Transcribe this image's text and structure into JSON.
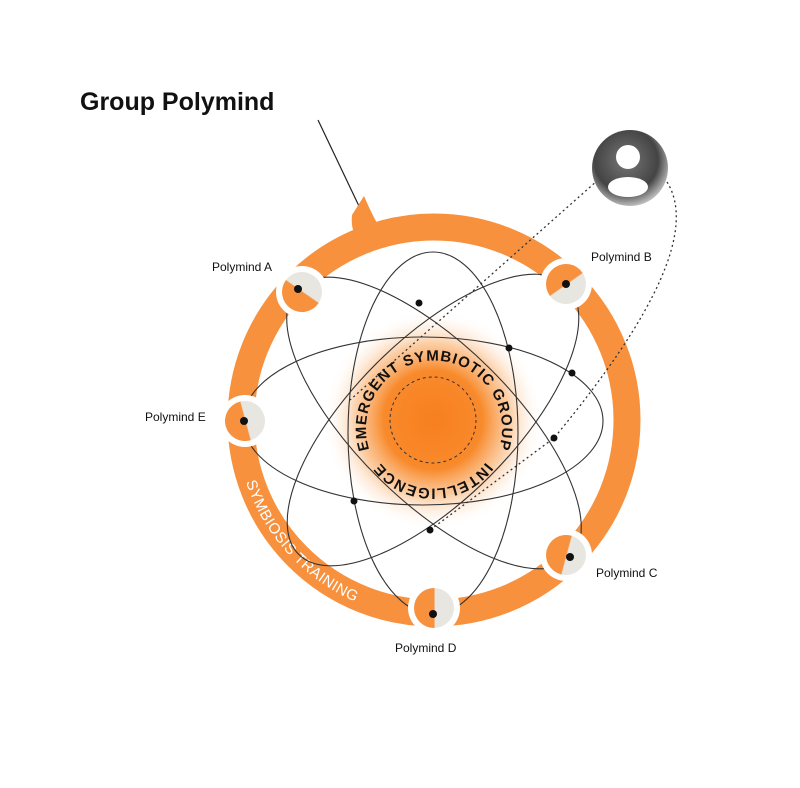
{
  "title": "Group Polymind",
  "core": {
    "line1": "EMERGENT  SYMBIOTIC  GROUP",
    "line2": "INTELLIGENCE"
  },
  "ring_label": "SYMBIOSIS TRAINING",
  "nodes": [
    {
      "label": "Polymind A"
    },
    {
      "label": "Polymind B"
    },
    {
      "label": "Polymind C"
    },
    {
      "label": "Polymind D"
    },
    {
      "label": "Polymind E"
    }
  ],
  "icons": {
    "user": "user-avatar-icon"
  },
  "colors": {
    "accent": "#F7913D",
    "core": "#F77F1E",
    "node_gray": "#E8E6E1",
    "text": "#111111"
  }
}
